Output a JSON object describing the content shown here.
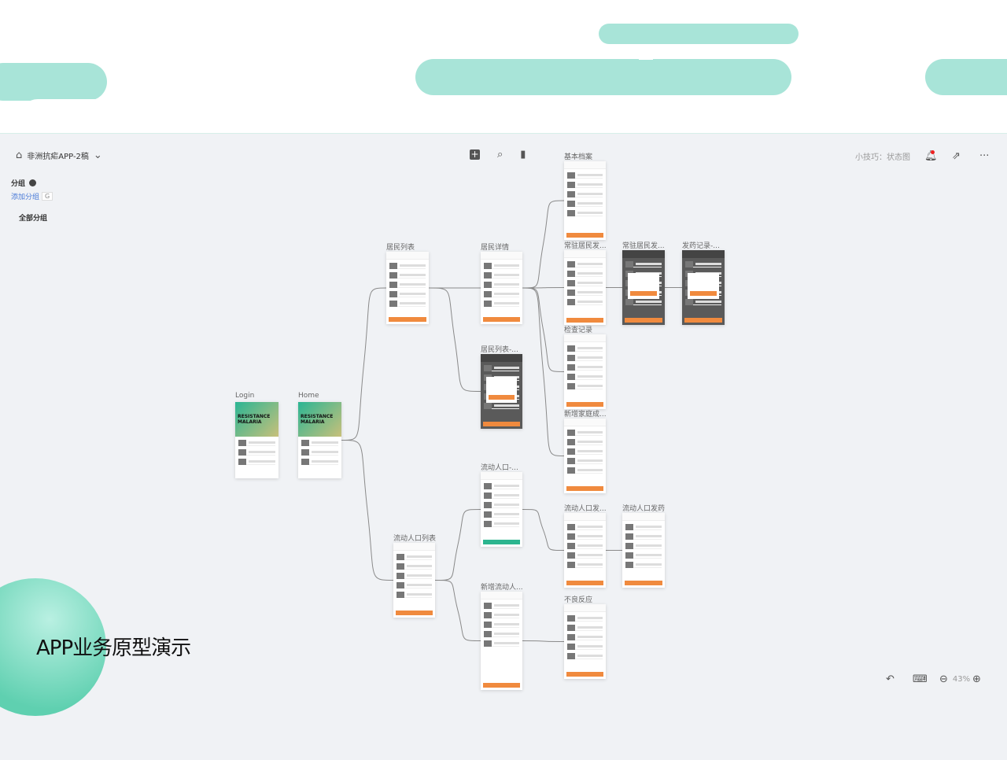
{
  "project_title": "非洲抗疟APP-2稿",
  "sidebar": {
    "group_heading": "分组",
    "add_group": "添加分组",
    "add_group_shortcut": "G",
    "all_groups": "全部分组"
  },
  "toolbar": {
    "icons": [
      "plus-square-icon",
      "search-icon",
      "bookmark-icon"
    ]
  },
  "top_right": {
    "tip": "小技巧：状态图",
    "icons": [
      "bell-icon",
      "share-icon",
      "more-icon"
    ]
  },
  "bottom_right": {
    "zoom": "43%",
    "icons": [
      "undo-icon",
      "keyboard-icon",
      "zoom-out-icon",
      "zoom-in-icon"
    ]
  },
  "headline": "APP业务原型演示",
  "colors": {
    "accent": "#f08a3e",
    "teal": "#a8e4d8",
    "green": "#2cb58f"
  },
  "screens": [
    {
      "label": "Login",
      "hero_text": "RESISTANCE MALARIA"
    },
    {
      "label": "Home",
      "hero_text": "RESISTANCE MALARIA"
    },
    {
      "label": "居民列表"
    },
    {
      "label": "居民详情"
    },
    {
      "label": "居民列表-..."
    },
    {
      "label": "基本档案"
    },
    {
      "label": "常驻居民发..."
    },
    {
      "label": "常驻居民发..."
    },
    {
      "label": "发药记录-..."
    },
    {
      "label": "检查记录"
    },
    {
      "label": "新增家庭成..."
    },
    {
      "label": "流动人口-..."
    },
    {
      "label": "流动人口列表"
    },
    {
      "label": "流动人口发..."
    },
    {
      "label": "流动人口发药"
    },
    {
      "label": "新增流动人..."
    },
    {
      "label": "不良反应"
    }
  ]
}
